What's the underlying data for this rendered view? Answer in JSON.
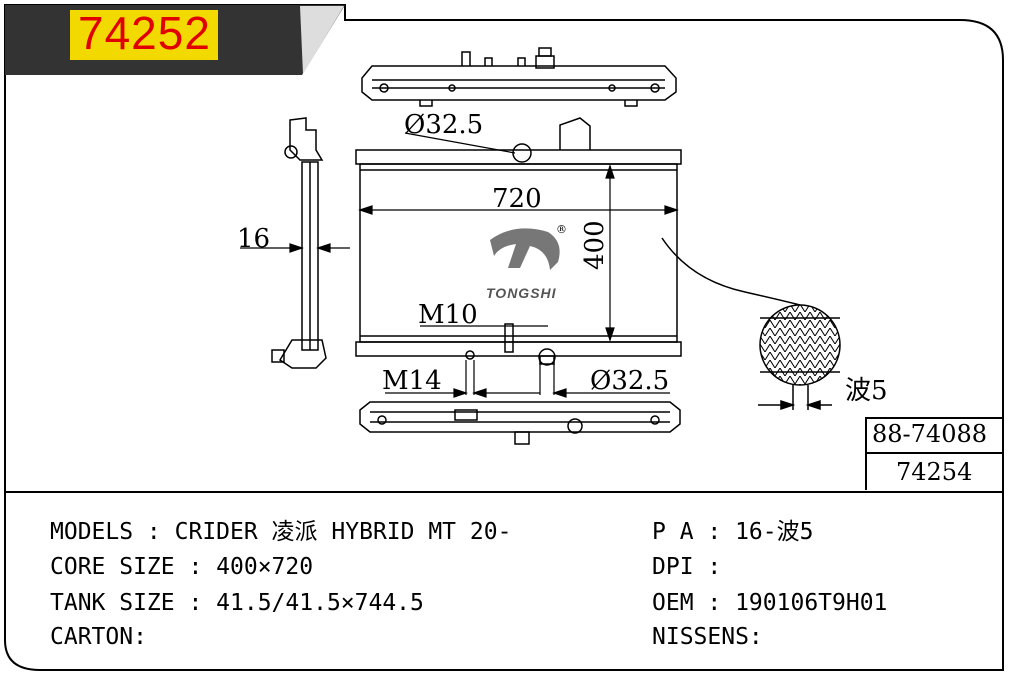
{
  "header": {
    "part_number": "74252"
  },
  "references": {
    "ref_1": "88-74088",
    "ref_2": "74254"
  },
  "brand": {
    "name": "TONGSHI",
    "reg_mark": "®"
  },
  "dimensions": {
    "thickness": "16",
    "width": "720",
    "height": "400",
    "inlet_diameter": "Ø32.5",
    "outlet_diameter": "Ø32.5",
    "drain_thread": "M10",
    "plug_thread": "M14",
    "fin_wave": "波5"
  },
  "specs": {
    "models": "MODELS : CRIDER 凌派 HYBRID MT 20-",
    "core_size": "CORE SIZE : 400×720",
    "tank_size": "TANK SIZE : 41.5/41.5×744.5",
    "carton": "CARTON:",
    "pa": "P A : 16-波5",
    "dpi": "DPI :",
    "oem": "OEM : 190106T9H01",
    "nissens": "NISSENS:"
  },
  "colors": {
    "part_number": "#e00000",
    "logo_gray": "#777777"
  }
}
